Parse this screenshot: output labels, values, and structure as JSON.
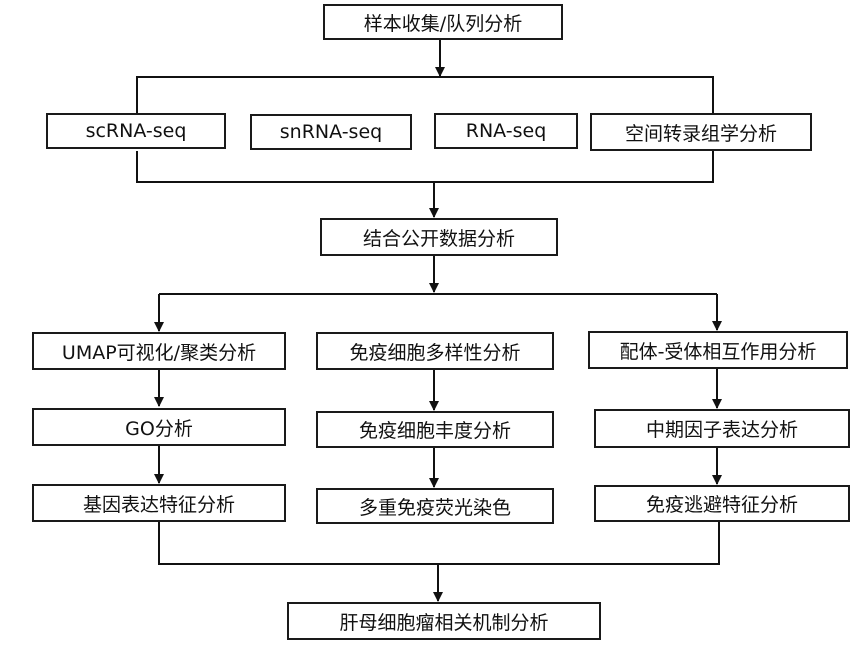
{
  "diagram": {
    "top": {
      "sample_collection": "样本收集/队列分析"
    },
    "sequencing": [
      "scRNA-seq",
      "snRNA-seq",
      "RNA-seq",
      "空间转录组学分析"
    ],
    "integration": "结合公开数据分析",
    "branch_left": [
      "UMAP可视化/聚类分析",
      "GO分析",
      "基因表达特征分析"
    ],
    "branch_middle": [
      "免疫细胞多样性分析",
      "免疫细胞丰度分析",
      "多重免疫荧光染色"
    ],
    "branch_right": [
      "配体-受体相互作用分析",
      "中期因子表达分析",
      "免疫逃避特征分析"
    ],
    "bottom": "肝母细胞瘤相关机制分析"
  }
}
